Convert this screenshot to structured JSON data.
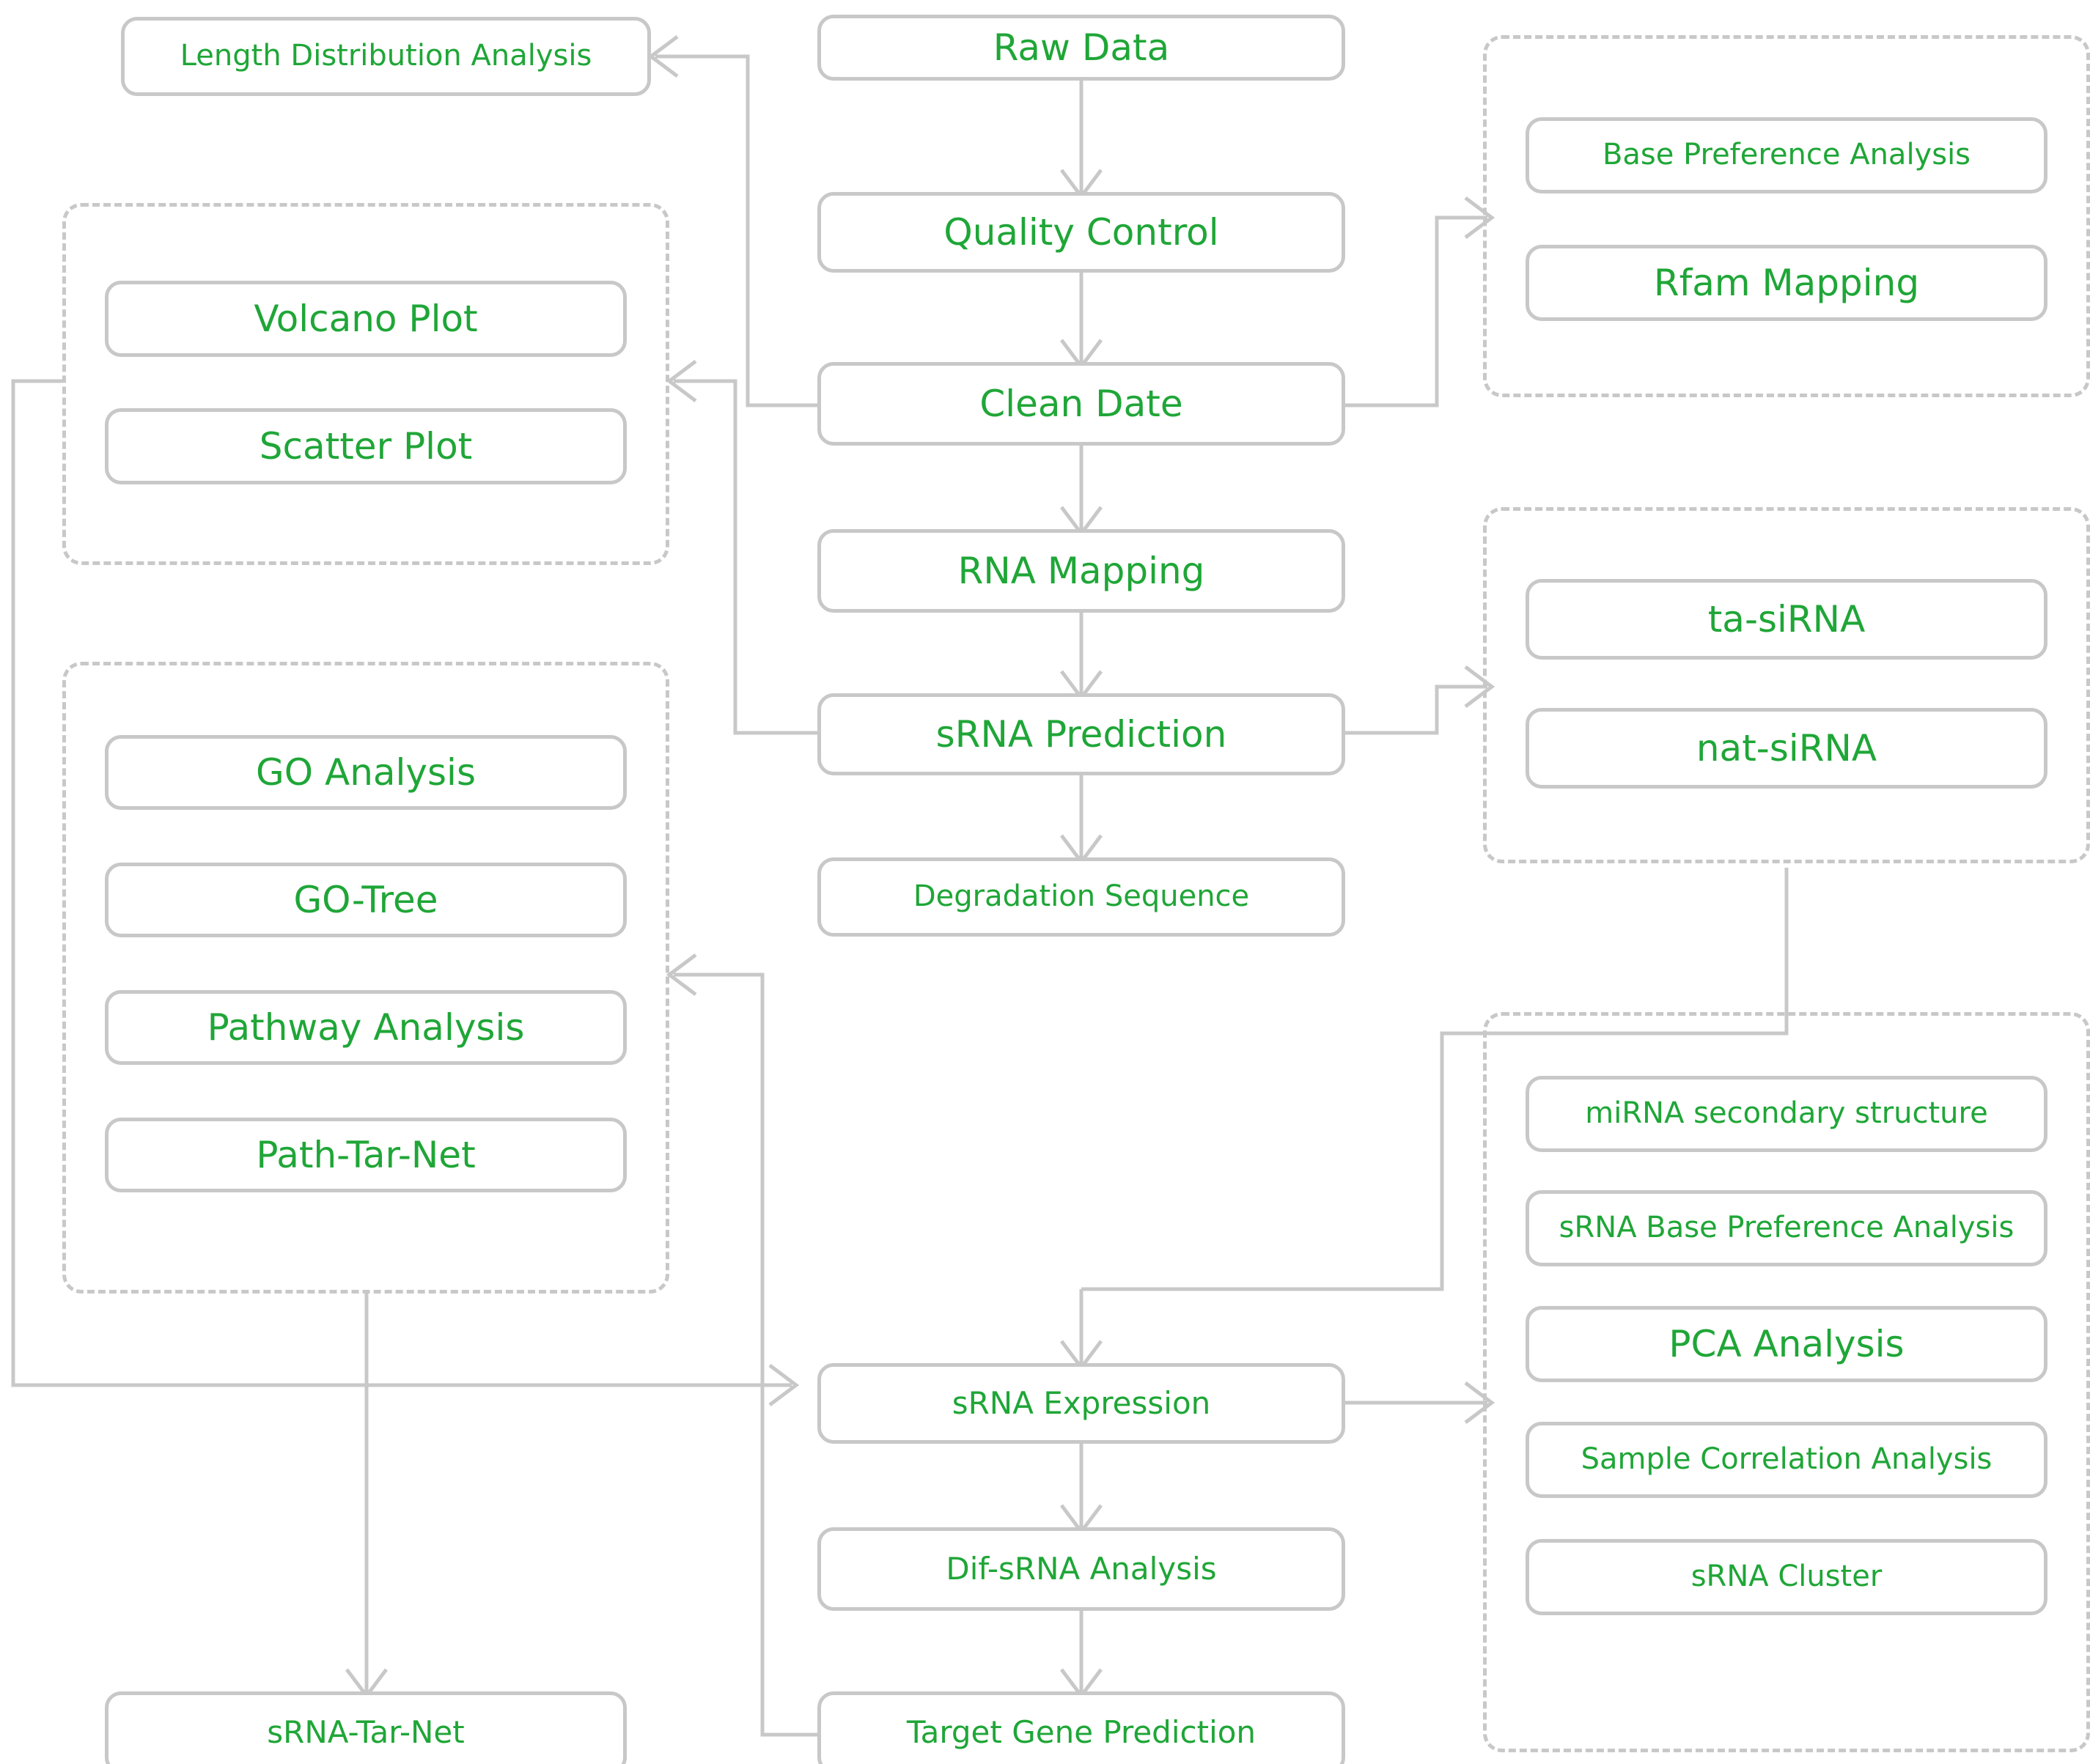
{
  "theme": {
    "text_color": "#1fa637",
    "border_color": "#c8c8c8",
    "background": "#ffffff"
  },
  "nodes": {
    "raw_data": "Raw Data",
    "quality_control": "Quality Control",
    "clean_date": "Clean Date",
    "rna_mapping": "RNA Mapping",
    "srna_prediction": "sRNA Prediction",
    "degradation_sequence": "Degradation Sequence",
    "srna_expression": "sRNA Expression",
    "dif_srna_analysis": "Dif-sRNA Analysis",
    "target_gene_prediction": "Target Gene Prediction",
    "length_distribution_analysis": "Length Distribution Analysis",
    "srna_tar_net": "sRNA-Tar-Net"
  },
  "groups": {
    "plots": {
      "items": [
        "Volcano Plot",
        "Scatter Plot"
      ]
    },
    "functional": {
      "items": [
        "GO Analysis",
        "GO-Tree",
        "Pathway Analysis",
        "Path-Tar-Net"
      ]
    },
    "qc_right": {
      "items": [
        "Base Preference Analysis",
        "Rfam Mapping"
      ]
    },
    "sirna": {
      "items": [
        "ta-siRNA",
        "nat-siRNA"
      ]
    },
    "expression_stats": {
      "items": [
        "miRNA secondary structure",
        "sRNA Base Preference Analysis",
        "PCA Analysis",
        "Sample Correlation Analysis",
        "sRNA Cluster"
      ]
    }
  }
}
